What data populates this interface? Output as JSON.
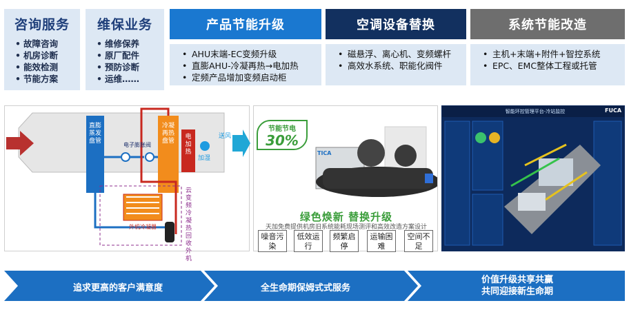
{
  "columns": [
    {
      "title": "咨询服务",
      "items": [
        "故障咨询",
        "机房诊断",
        "能效检测",
        "节能方案"
      ]
    },
    {
      "title": "维保业务",
      "items": [
        "维修保养",
        "原厂配件",
        "预防诊断",
        "运维……"
      ]
    }
  ],
  "banners": [
    {
      "title": "产品节能升级",
      "color": "#1a78d0",
      "items": [
        "AHU末端-EC变频升级",
        "直膨AHU-冷凝再热→电加热",
        "定频产品增加变频启动柜"
      ]
    },
    {
      "title": "空调设备替换",
      "color": "#12305f",
      "items": [
        "磁悬浮、离心机、变频螺杆",
        "高效水系统、职能化阀件"
      ]
    },
    {
      "title": "系统节能改造",
      "color": "#6e6e6e",
      "items": [
        "主机+末端+附件+智控系统",
        "EPC、EMC整体工程或托管"
      ]
    }
  ],
  "diagram": {
    "evaporator": "直膨蒸发盘管",
    "condenser": "冷凝再热盘管",
    "heater": "电加热",
    "humidify": "加湿",
    "supply": "送风",
    "valve": "电子膨胀阀",
    "outdoor_coil": "外机冷凝器",
    "outdoor_unit": "云变频冷凝热回收外机"
  },
  "product": {
    "badge_top": "节能节电",
    "badge_pct": "30%",
    "brand": "TICA",
    "slogan": "绿色焕新  替换升级",
    "subtitle": "天加免费提供机房旧系统能耗现场测评和高效改造方案设计",
    "tags": [
      "噪音污染",
      "低效运行",
      "频繁启停",
      "运输困难",
      "空间不足"
    ]
  },
  "screen": {
    "title": "智能环控管理平台-冷站监控",
    "brand": "FUCA"
  },
  "bottom": {
    "steps": [
      "追求更高的客户满意度",
      "全生命期保姆式式服务",
      "价值升级共享共赢\n共同迎接新生命期"
    ]
  }
}
